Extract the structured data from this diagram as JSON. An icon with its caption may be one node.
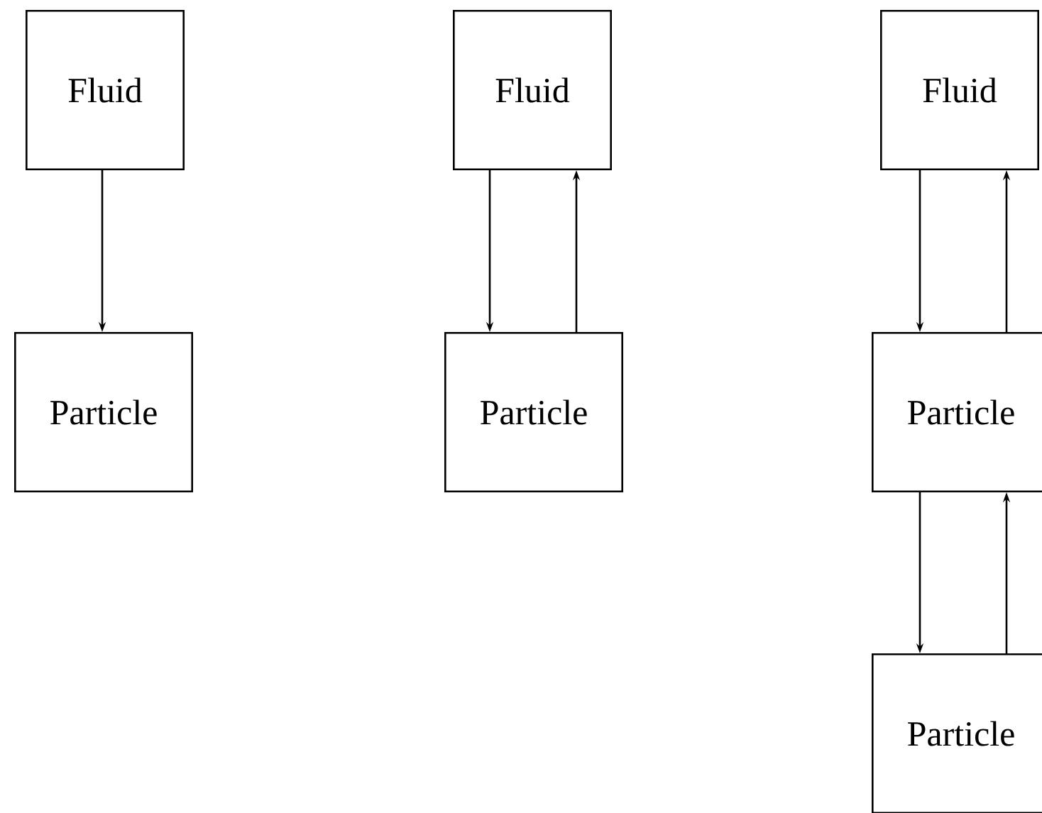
{
  "diagram": {
    "nodes": [
      {
        "text": [
          "Fluid"
        ]
      },
      {
        "text": [
          "Particle"
        ]
      },
      {
        "text": [
          "Fluid"
        ]
      },
      {
        "text": [
          "Particle"
        ]
      },
      {
        "text": [
          "Fluid"
        ]
      },
      {
        "text": [
          "Particle"
        ]
      },
      {
        "text": [
          "Particle"
        ]
      }
    ],
    "edges": [
      {
        "from": 0,
        "to": 1,
        "arrow": "to"
      },
      {
        "from": 2,
        "to": 3,
        "arrow": "to"
      },
      {
        "from": 3,
        "to": 2,
        "arrow": "to"
      },
      {
        "from": 4,
        "to": 5,
        "arrow": "to"
      },
      {
        "from": 5,
        "to": 4,
        "arrow": "to"
      },
      {
        "from": 5,
        "to": 6,
        "arrow": "to"
      },
      {
        "from": 6,
        "to": 5,
        "arrow": "to"
      }
    ]
  }
}
